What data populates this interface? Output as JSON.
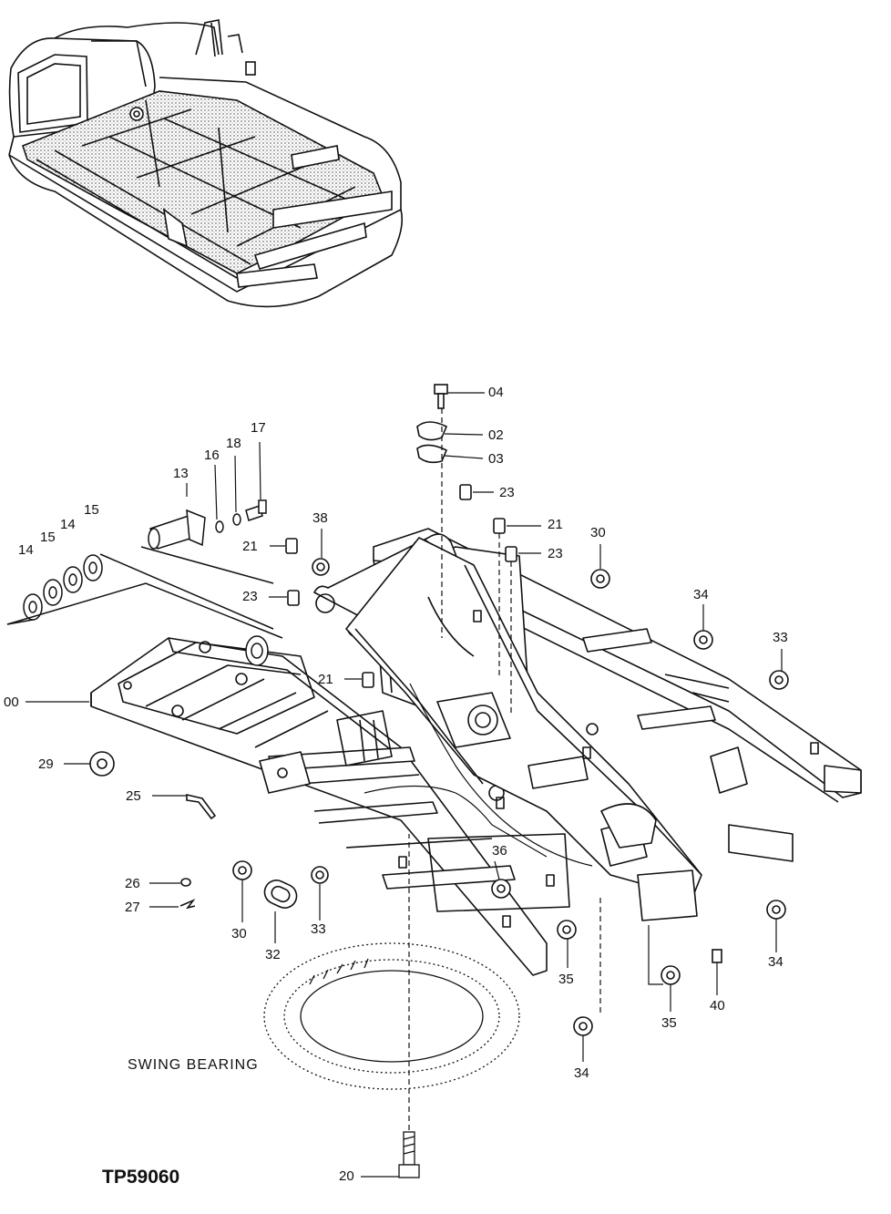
{
  "figure_id": "TP59060",
  "caption": "SWING BEARING",
  "callouts": [
    {
      "key": "c04",
      "label": "04"
    },
    {
      "key": "c02",
      "label": "02"
    },
    {
      "key": "c03",
      "label": "03"
    },
    {
      "key": "c23a",
      "label": "23"
    },
    {
      "key": "c21a",
      "label": "21"
    },
    {
      "key": "c23b",
      "label": "23"
    },
    {
      "key": "c30a",
      "label": "30"
    },
    {
      "key": "c13",
      "label": "13"
    },
    {
      "key": "c16",
      "label": "16"
    },
    {
      "key": "c18",
      "label": "18"
    },
    {
      "key": "c17",
      "label": "17"
    },
    {
      "key": "c38",
      "label": "38"
    },
    {
      "key": "c21b",
      "label": "21"
    },
    {
      "key": "c15a",
      "label": "15"
    },
    {
      "key": "c14a",
      "label": "14"
    },
    {
      "key": "c15b",
      "label": "15"
    },
    {
      "key": "c14b",
      "label": "14"
    },
    {
      "key": "c23c",
      "label": "23"
    },
    {
      "key": "c34a",
      "label": "34"
    },
    {
      "key": "c33a",
      "label": "33"
    },
    {
      "key": "c00",
      "label": "00"
    },
    {
      "key": "c21c",
      "label": "21"
    },
    {
      "key": "c29",
      "label": "29"
    },
    {
      "key": "c25",
      "label": "25"
    },
    {
      "key": "c36",
      "label": "36"
    },
    {
      "key": "c26",
      "label": "26"
    },
    {
      "key": "c27",
      "label": "27"
    },
    {
      "key": "c30b",
      "label": "30"
    },
    {
      "key": "c33b",
      "label": "33"
    },
    {
      "key": "c32",
      "label": "32"
    },
    {
      "key": "c35a",
      "label": "35"
    },
    {
      "key": "c34b",
      "label": "34"
    },
    {
      "key": "c40",
      "label": "40"
    },
    {
      "key": "c35b",
      "label": "35"
    },
    {
      "key": "c34c",
      "label": "34"
    },
    {
      "key": "c20",
      "label": "20"
    }
  ]
}
